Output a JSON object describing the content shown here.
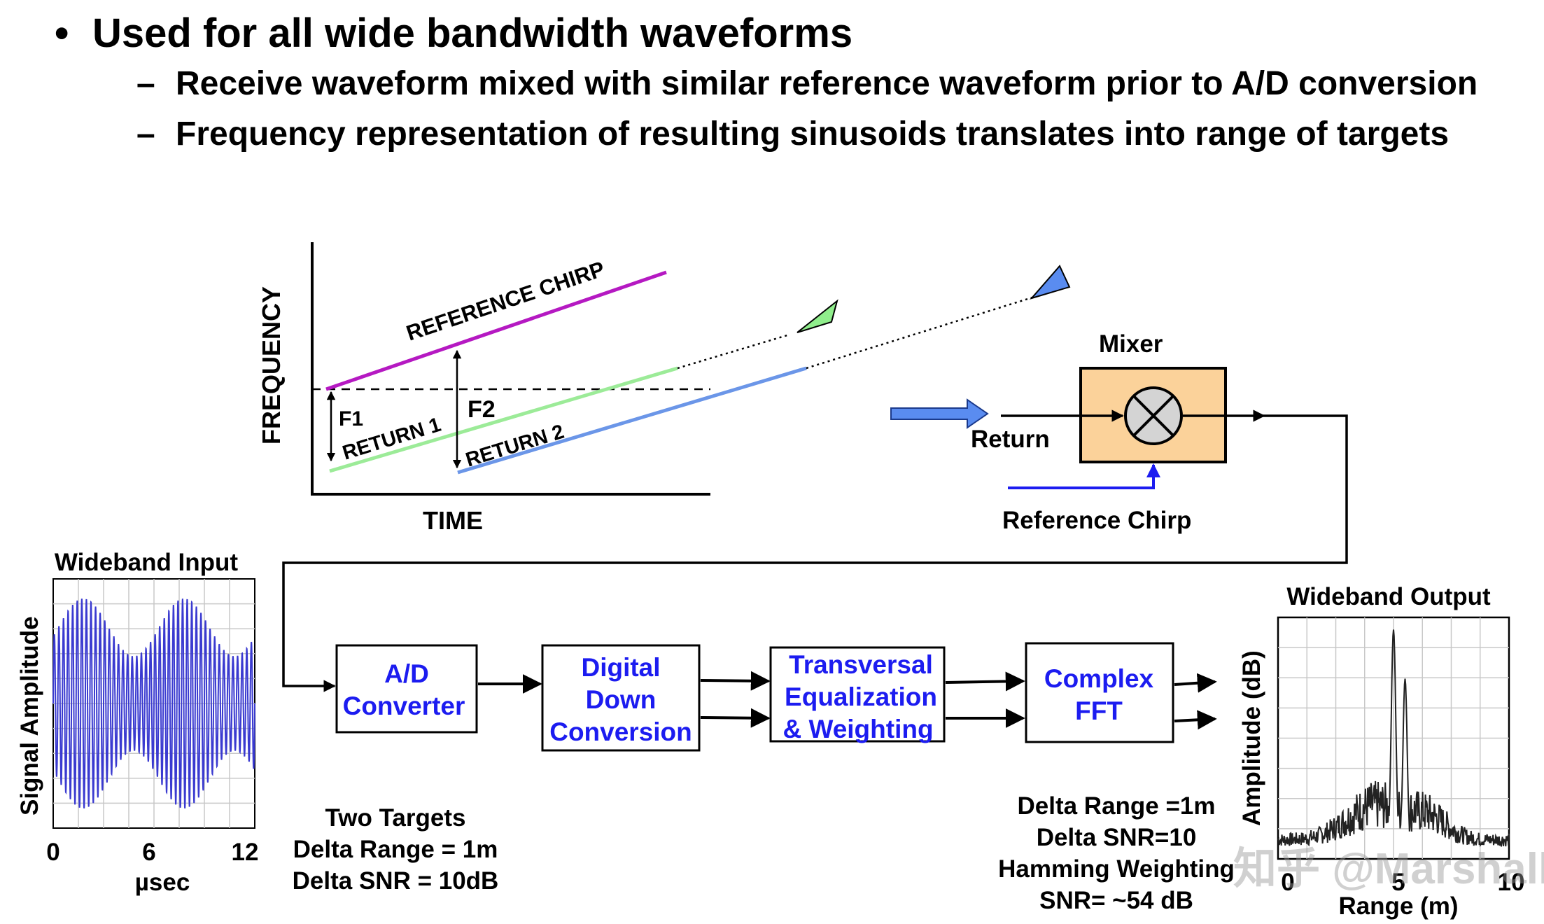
{
  "bullets": [
    {
      "marker": "•",
      "text": "Used for all wide bandwidth waveforms"
    },
    {
      "marker": "–",
      "text": "Receive waveform mixed with similar reference waveform prior to A/D conversion"
    },
    {
      "marker": "–",
      "text": "Frequency representation of resulting sinusoids translates into range of targets"
    }
  ],
  "chirp_diagram": {
    "y_label": "FREQUENCY",
    "x_label": "TIME",
    "reference_label": "REFERENCE  CHIRP",
    "return1_label": "RETURN 1",
    "return2_label": "RETURN 2",
    "f1_label": "F1",
    "f2_label": "F2",
    "colors": {
      "reference": "#b519c2",
      "return1": "#9ceb98",
      "return2": "#6b96e8",
      "target1": "#90ee8c",
      "target2": "#5a8cf0"
    }
  },
  "mixer": {
    "title": "Mixer",
    "return_label": "Return",
    "reference_label": "Reference Chirp",
    "box_color": "#fbd29a"
  },
  "blocks": {
    "ad": {
      "line1": "A/D",
      "line2": "Converter"
    },
    "ddc": {
      "line1": "Digital",
      "line2": "Down",
      "line3": "Conversion"
    },
    "teq": {
      "line1": "Transversal",
      "line2": "Equalization",
      "line3": "& Weighting"
    },
    "fft": {
      "line1": "Complex",
      "line2": "FFT"
    },
    "text_color": "#1c1cf0"
  },
  "notes": {
    "left": [
      "Two Targets",
      "Delta Range = 1m",
      "Delta SNR = 10dB"
    ],
    "right": [
      "Delta Range =1m",
      "Delta SNR=10",
      "Hamming Weighting",
      "SNR= ~54 dB"
    ]
  },
  "watermark": "知乎 @MarshallOver",
  "chart_data": [
    {
      "type": "line",
      "title": "Wideband Input",
      "xlabel": "µsec",
      "ylabel": "Signal Amplitude",
      "xticks": [
        "0",
        "6",
        "12"
      ],
      "xlim": [
        0,
        12
      ],
      "grid": true,
      "series_color": "#3a3ad0",
      "description_values": {
        "carrier_cycles": 44,
        "beat_period_usec": 6,
        "min_envelope": 0.45
      }
    },
    {
      "type": "line",
      "title": "Wideband Output",
      "xlabel": "Range (m)",
      "ylabel": "Amplitude (dB)",
      "xticks": [
        "0",
        "5",
        "10"
      ],
      "xlim": [
        0,
        10
      ],
      "grid": true,
      "series_color": "#222222",
      "peaks": [
        {
          "x": 5.0,
          "relative_level": 1.0
        },
        {
          "x": 5.5,
          "relative_level": 0.78
        }
      ],
      "noise_floor_peak_x": 4.2
    }
  ]
}
